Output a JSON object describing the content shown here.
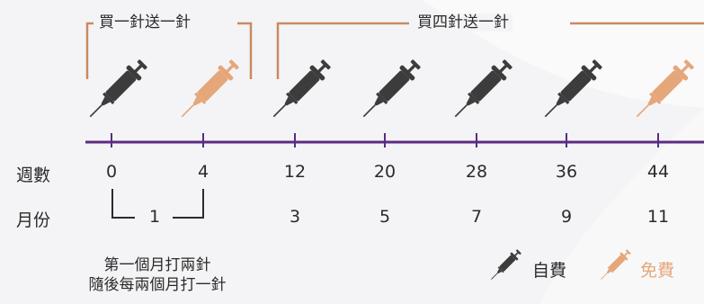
{
  "colors": {
    "paid": "#3c3c3c",
    "free": "#e5a77a",
    "bracket": "#c98a64",
    "timeline": "#5b2b83"
  },
  "brackets": {
    "first": "買一針送一針",
    "second": "買四針送一針"
  },
  "rows": {
    "weeks": "週數",
    "months": "月份"
  },
  "doses": [
    {
      "week": "0",
      "month": "",
      "type": "paid",
      "icon": "syringe-icon"
    },
    {
      "week": "4",
      "month": "",
      "type": "free",
      "icon": "syringe-icon"
    },
    {
      "week": "12",
      "month": "3",
      "type": "paid",
      "icon": "syringe-icon"
    },
    {
      "week": "20",
      "month": "5",
      "type": "paid",
      "icon": "syringe-icon"
    },
    {
      "week": "28",
      "month": "7",
      "type": "paid",
      "icon": "syringe-icon"
    },
    {
      "week": "36",
      "month": "9",
      "type": "paid",
      "icon": "syringe-icon"
    },
    {
      "week": "44",
      "month": "11",
      "type": "free",
      "icon": "syringe-icon"
    }
  ],
  "first_month": "1",
  "note": {
    "line1": "第一個月打兩針",
    "line2": "隨後每兩個月打一針"
  },
  "legend": {
    "paid": "自費",
    "free": "免費"
  }
}
